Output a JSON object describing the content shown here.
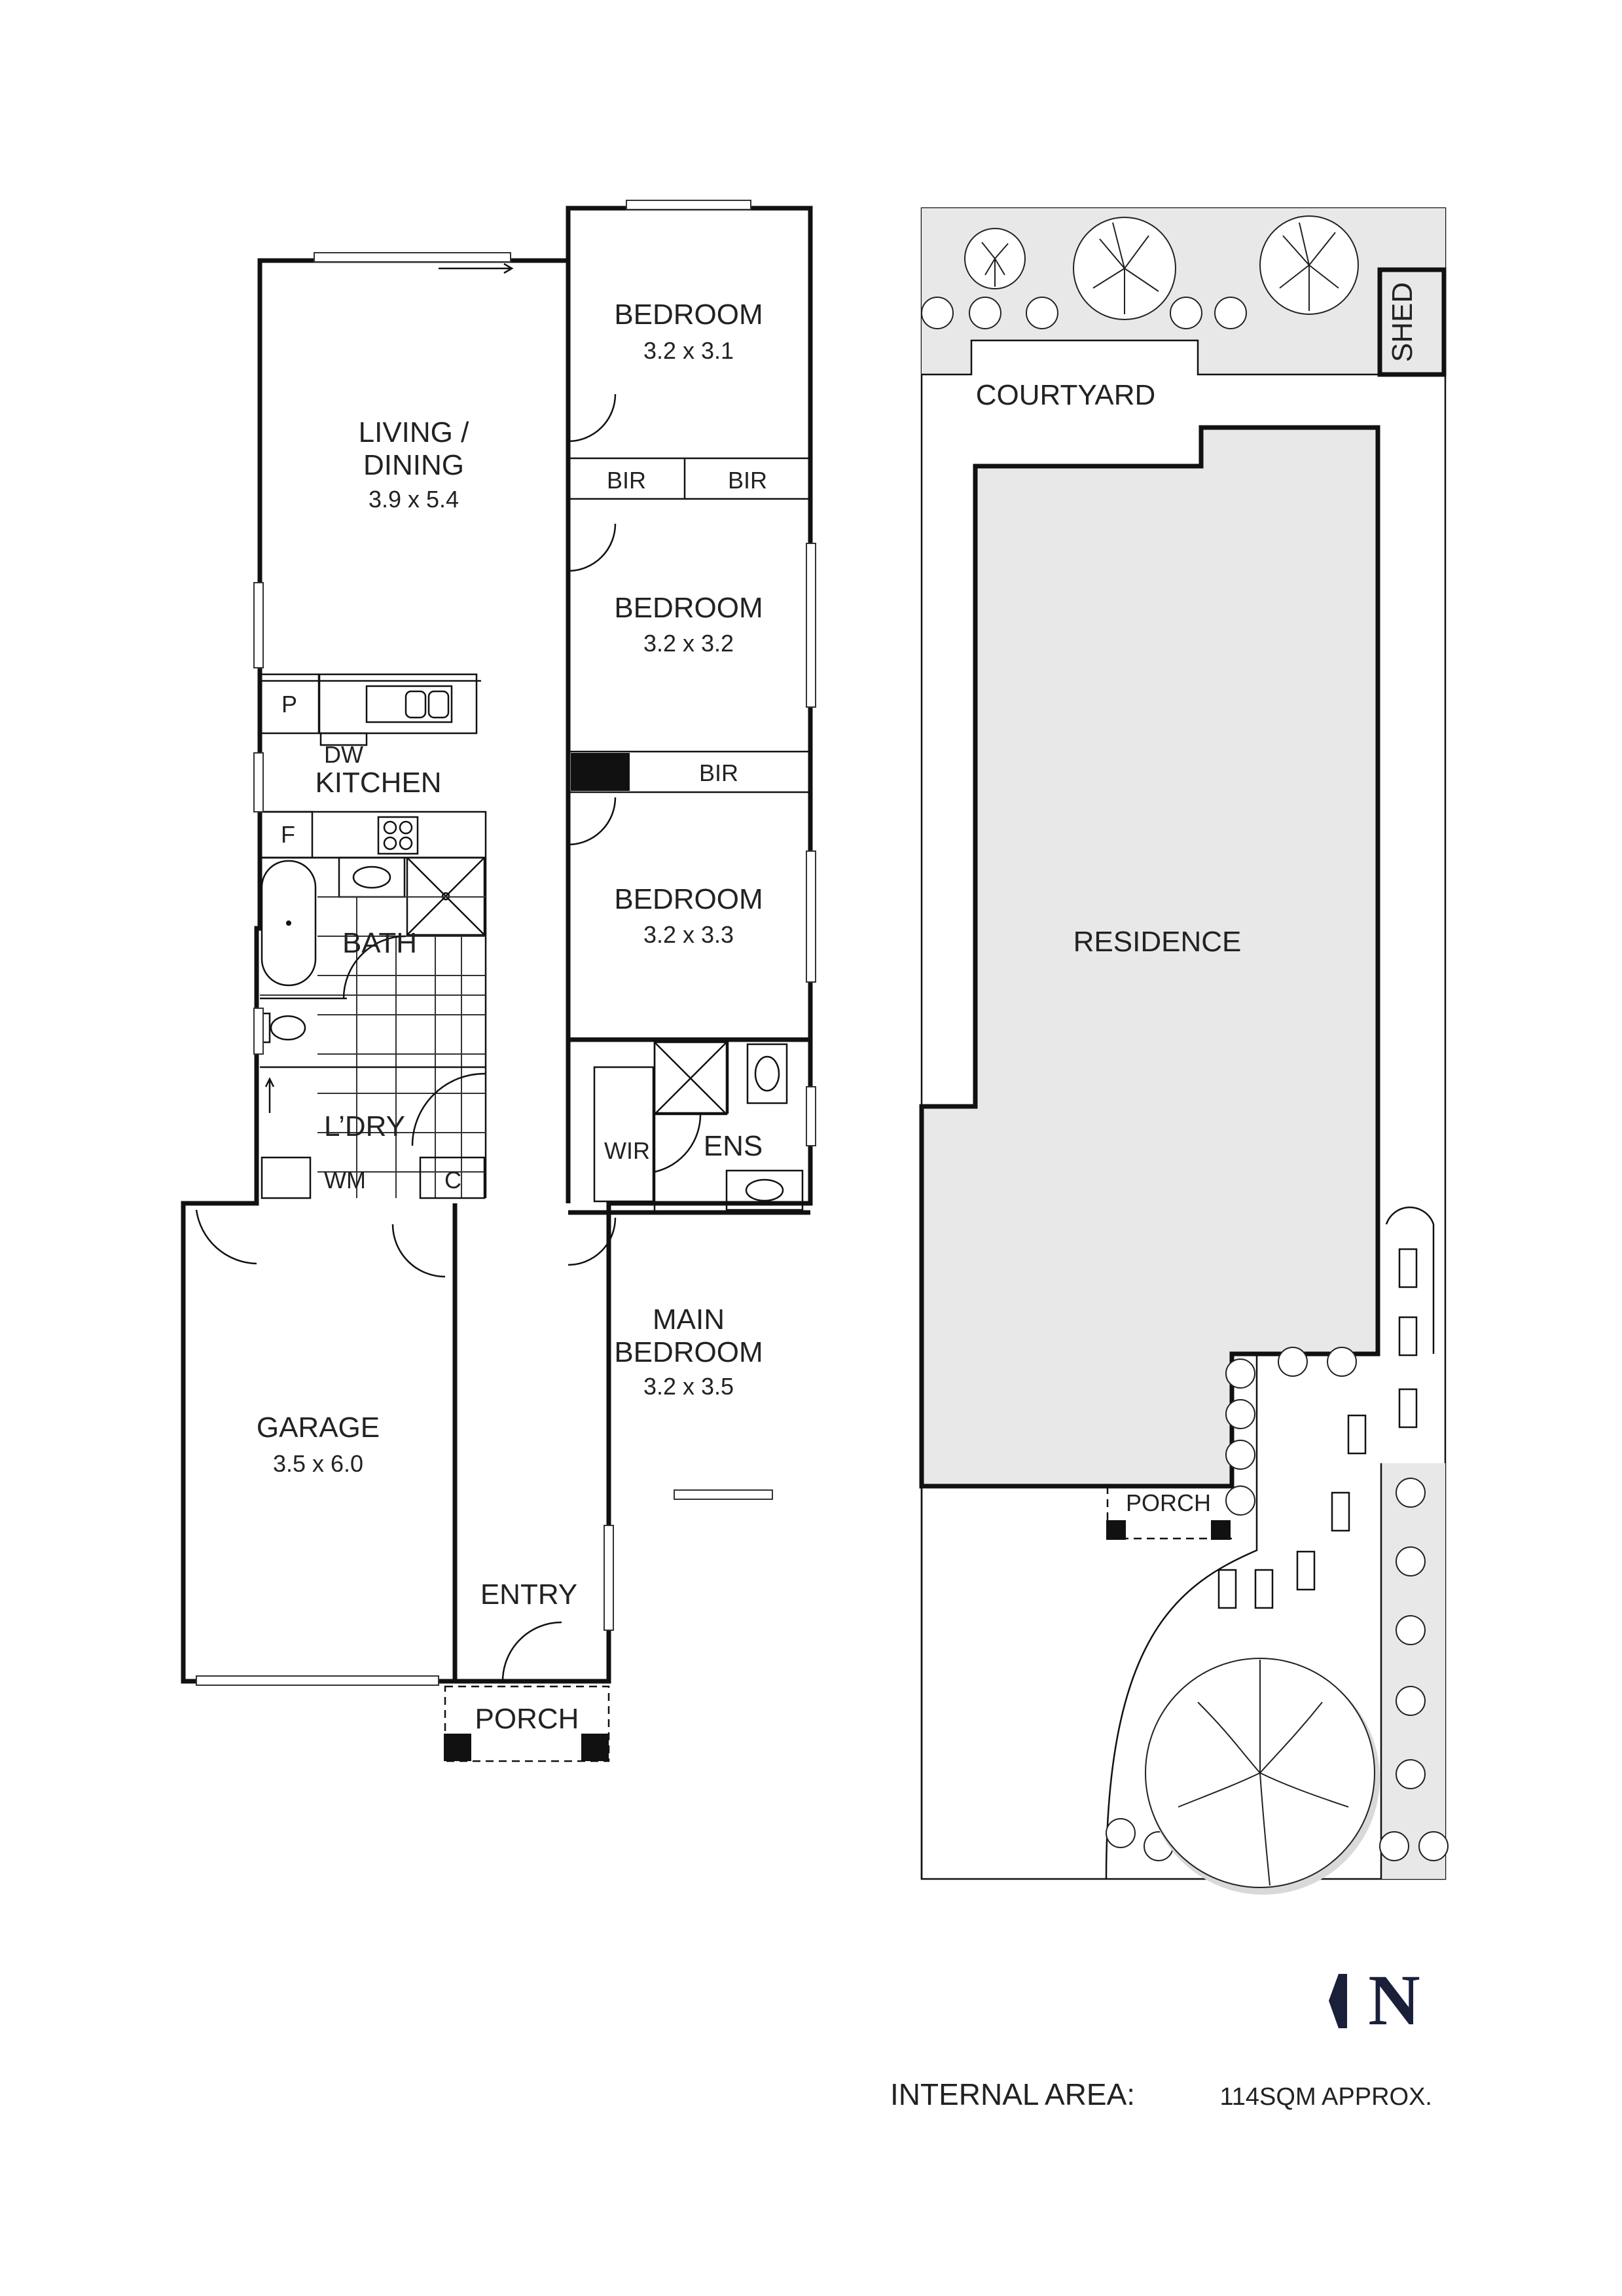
{
  "rooms": {
    "bedroom1": {
      "name": "BEDROOM",
      "dim": "3.2 x 3.1"
    },
    "living": {
      "name1": "LIVING /",
      "name2": "DINING",
      "dim": "3.9 x 5.4"
    },
    "bir1": "BIR",
    "bir2": "BIR",
    "bedroom2": {
      "name": "BEDROOM",
      "dim": "3.2 x 3.2"
    },
    "pantry": "P",
    "dw": "DW",
    "kitchen": "KITCHEN",
    "bir3": "BIR",
    "fridge": "F",
    "bath": "BATH",
    "bedroom3": {
      "name": "BEDROOM",
      "dim": "3.2 x 3.3"
    },
    "laundry": "L’DRY",
    "wm": "WM",
    "cupboard": "C",
    "wir": "WIR",
    "ens": "ENS",
    "main_bedroom": {
      "name1": "MAIN",
      "name2": "BEDROOM",
      "dim": "3.2 x 3.5"
    },
    "garage": {
      "name": "GARAGE",
      "dim": "3.5 x 6.0"
    },
    "entry": "ENTRY",
    "porch": "PORCH"
  },
  "site": {
    "courtyard": "COURTYARD",
    "shed": "SHED",
    "residence": "RESIDENCE",
    "porch": "PORCH"
  },
  "compass": {
    "letter": "N"
  },
  "footer": {
    "area_label": "INTERNAL AREA:",
    "area_value": "114SQM APPROX."
  },
  "colors": {
    "line": "#111111",
    "landscape_fill": "#e8e8e8",
    "compass": "#1a1f3a"
  }
}
